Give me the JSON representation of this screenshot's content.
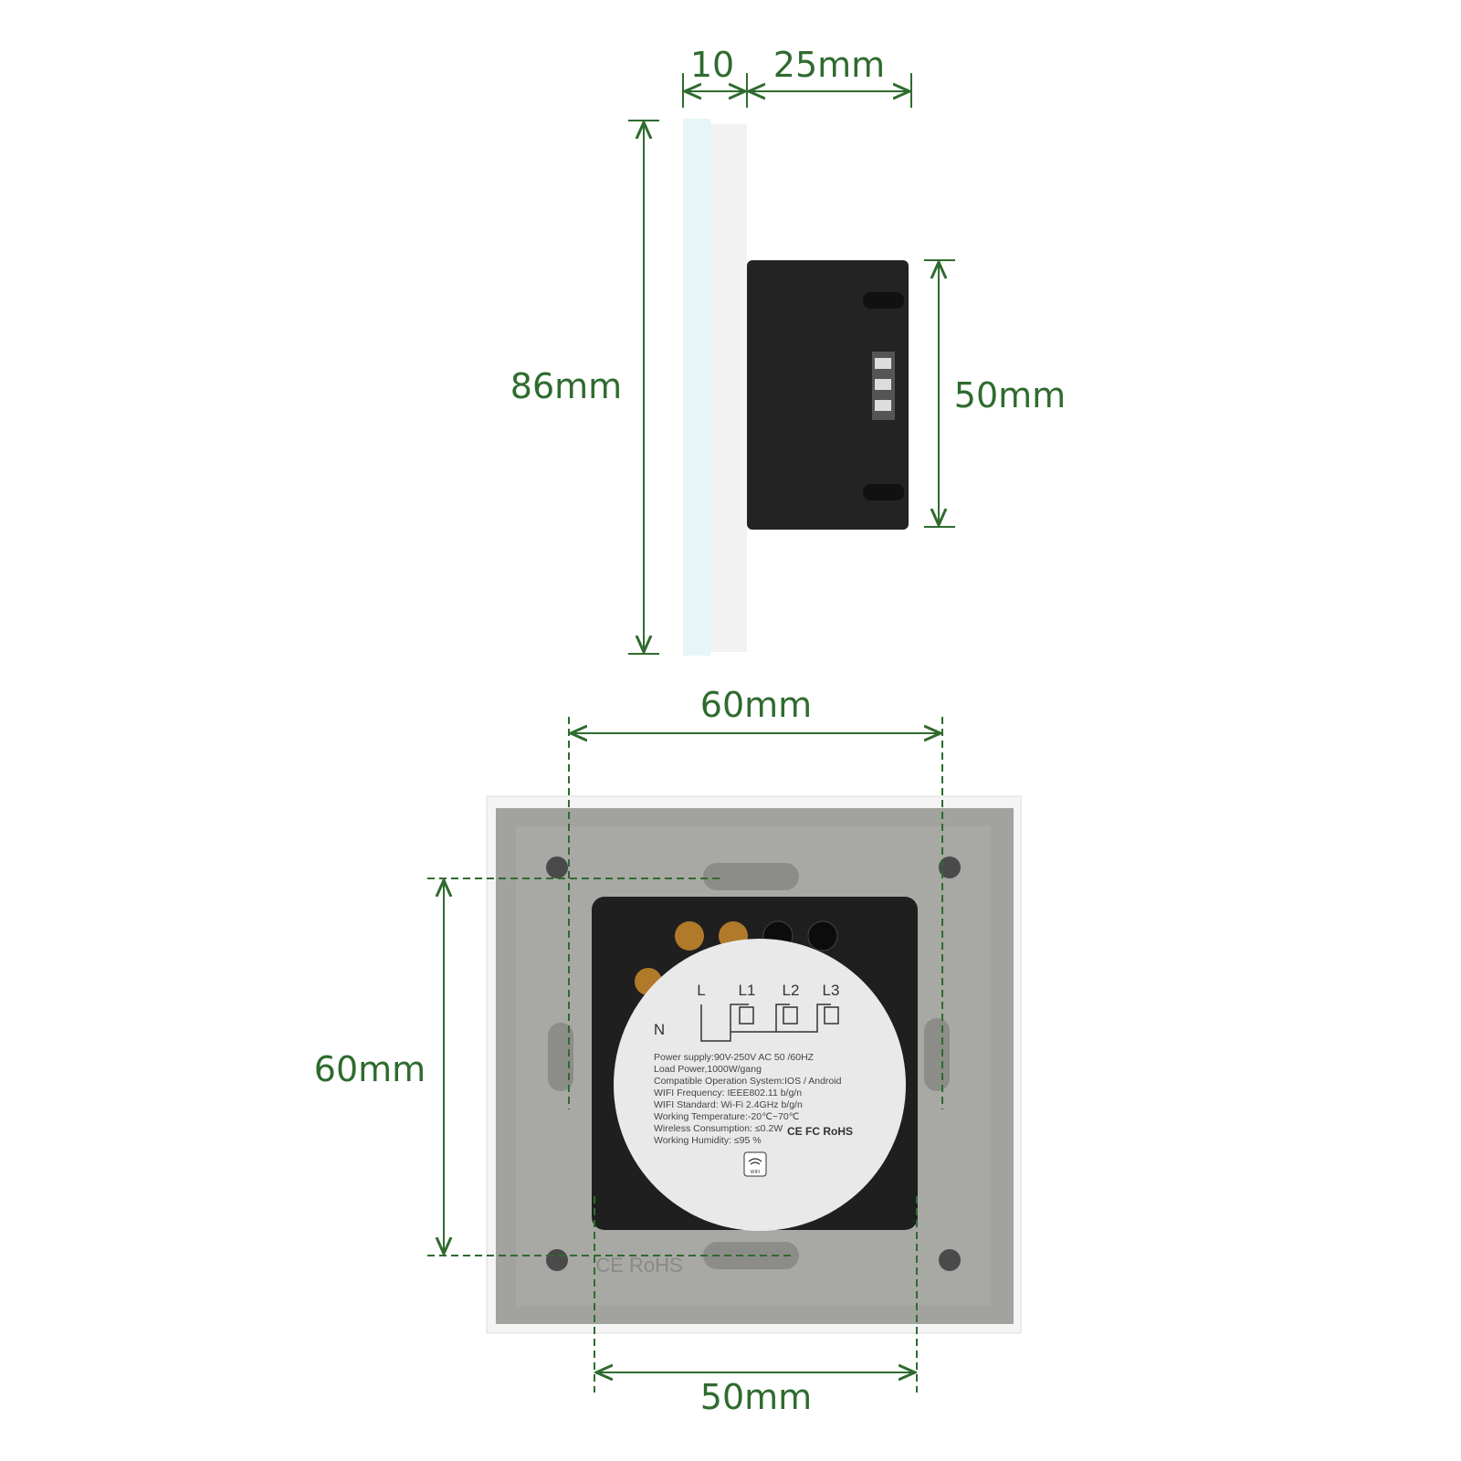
{
  "colors": {
    "dimension": "#2f6b2f",
    "glass": "#e6f5f5",
    "body": "#1e1e1e",
    "backplate": "#a2a29e"
  },
  "side_view": {
    "glass_thickness": "10",
    "body_depth": "25mm",
    "height": "86mm",
    "body_height": "50mm"
  },
  "back_view": {
    "width": "60mm",
    "height": "60mm",
    "module_width": "50mm",
    "terminals": [
      "L",
      "L1",
      "L2",
      "L3",
      "N"
    ],
    "specs": [
      "Power supply:90V-250V AC  50 /60HZ",
      "Load Power,1000W/gang",
      "Compatible Operation System:IOS / Android",
      "WIFI Frequency: IEEE802.11 b/g/n",
      "WIFI Standard: Wi-Fi 2.4GHz b/g/n",
      "Working Temperature:-20℃~70℃",
      "Wireless Consumption: ≤0.2W",
      "Working Humidity: ≤95 %"
    ],
    "certs": "CE FC RoHS",
    "plate_marking": "CE RoHS",
    "wifi_badge": "WIFI"
  }
}
